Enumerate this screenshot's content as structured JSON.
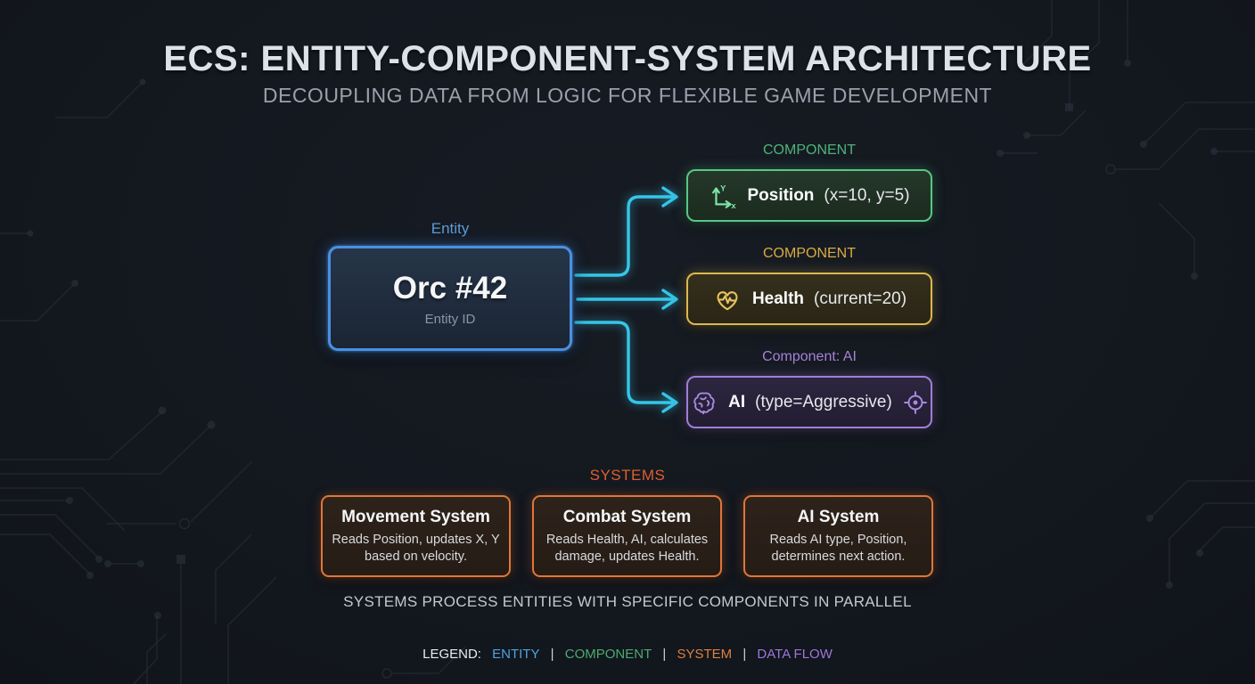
{
  "header": {
    "title": "ECS: ENTITY-COMPONENT-SYSTEM ARCHITECTURE",
    "subtitle": "DECOUPLING DATA FROM LOGIC FOR FLEXIBLE GAME DEVELOPMENT"
  },
  "entity": {
    "label": "Entity",
    "name": "Orc #42",
    "sublabel": "Entity ID"
  },
  "components": [
    {
      "label": "COMPONENT",
      "name": "Position",
      "value": "(x=10, y=5)",
      "icon": "axes-icon",
      "color": "#57c785"
    },
    {
      "label": "COMPONENT",
      "name": "Health",
      "value": "(current=20)",
      "icon": "heart-pulse-icon",
      "color": "#dcb84f"
    },
    {
      "label": "Component: AI",
      "name": "AI",
      "value": "(type=Aggressive)",
      "icon": "brain-icon",
      "extra_icon": "target-icon",
      "color": "#9f7fd6"
    }
  ],
  "systems": {
    "label": "SYSTEMS",
    "items": [
      {
        "title": "Movement System",
        "description": "Reads Position, updates X, Y based on velocity."
      },
      {
        "title": "Combat System",
        "description": "Reads Health, AI, calculates damage, updates Health."
      },
      {
        "title": "AI System",
        "description": "Reads AI type, Position, determines next action."
      }
    ]
  },
  "caption": "SYSTEMS PROCESS ENTITIES WITH SPECIFIC COMPONENTS IN PARALLEL",
  "legend": {
    "prefix": "LEGEND:",
    "separator": "|",
    "items": [
      {
        "label": "ENTITY",
        "color": "#4da3e0"
      },
      {
        "label": "COMPONENT",
        "color": "#4cab6e"
      },
      {
        "label": "SYSTEM",
        "color": "#dd8040"
      },
      {
        "label": "DATA FLOW",
        "color": "#9d76d9"
      }
    ]
  },
  "colors": {
    "background": "#14181f",
    "entity_accent": "#4a90e2",
    "component_green": "#57c785",
    "component_gold": "#dcb84f",
    "component_purple": "#9f7fd6",
    "system_orange": "#e0763a",
    "dataflow_cyan": "#36c6e8"
  }
}
